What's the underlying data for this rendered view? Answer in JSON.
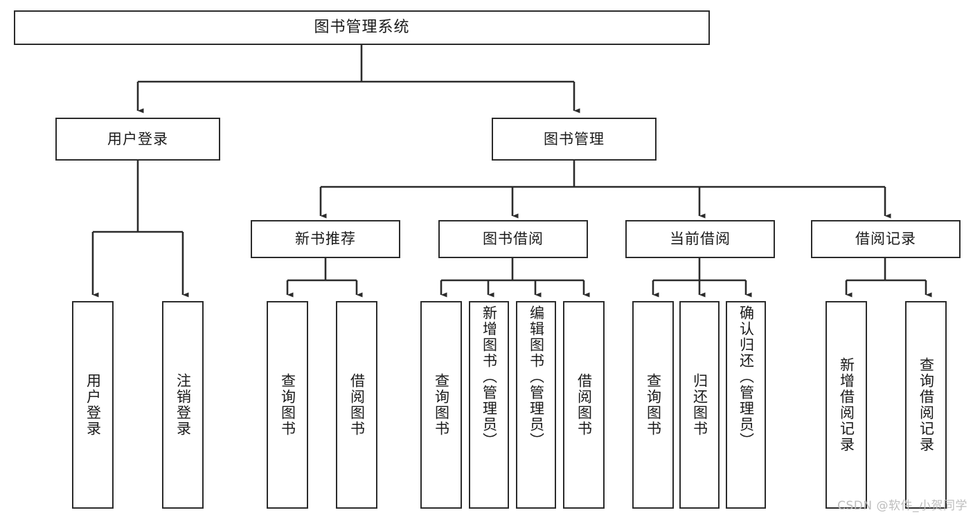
{
  "diagram": {
    "type": "tree",
    "title": "图书管理系统",
    "watermark": "CSDN @软件_小贺同学",
    "colors": {
      "box_border": "#2b2b2b",
      "box_fill": "#ffffff",
      "connector": "#2b2b2b",
      "text": "#1a1a1a",
      "watermark": "#bdbdbd",
      "background": "#ffffff"
    },
    "nodes": {
      "root": {
        "label": "图书管理系统"
      },
      "level1": [
        {
          "label": "用户登录"
        },
        {
          "label": "图书管理"
        }
      ],
      "level2": [
        {
          "label": "新书推荐"
        },
        {
          "label": "图书借阅"
        },
        {
          "label": "当前借阅"
        },
        {
          "label": "借阅记录"
        }
      ],
      "leaves": {
        "user_login": [
          {
            "label": "用户登录"
          },
          {
            "label": "注销登录"
          }
        ],
        "new_book": [
          {
            "label": "查询图书"
          },
          {
            "label": "借阅图书"
          }
        ],
        "book_borrow": [
          {
            "label": "查询图书"
          },
          {
            "label": "新增图书（管理员）"
          },
          {
            "label": "编辑图书（管理员）"
          },
          {
            "label": "借阅图书"
          }
        ],
        "current_borrow": [
          {
            "label": "查询图书"
          },
          {
            "label": "归还图书"
          },
          {
            "label": "确认归还（管理员）"
          }
        ],
        "borrow_record": [
          {
            "label": "新增借阅记录"
          },
          {
            "label": "查询借阅记录"
          }
        ]
      }
    }
  }
}
